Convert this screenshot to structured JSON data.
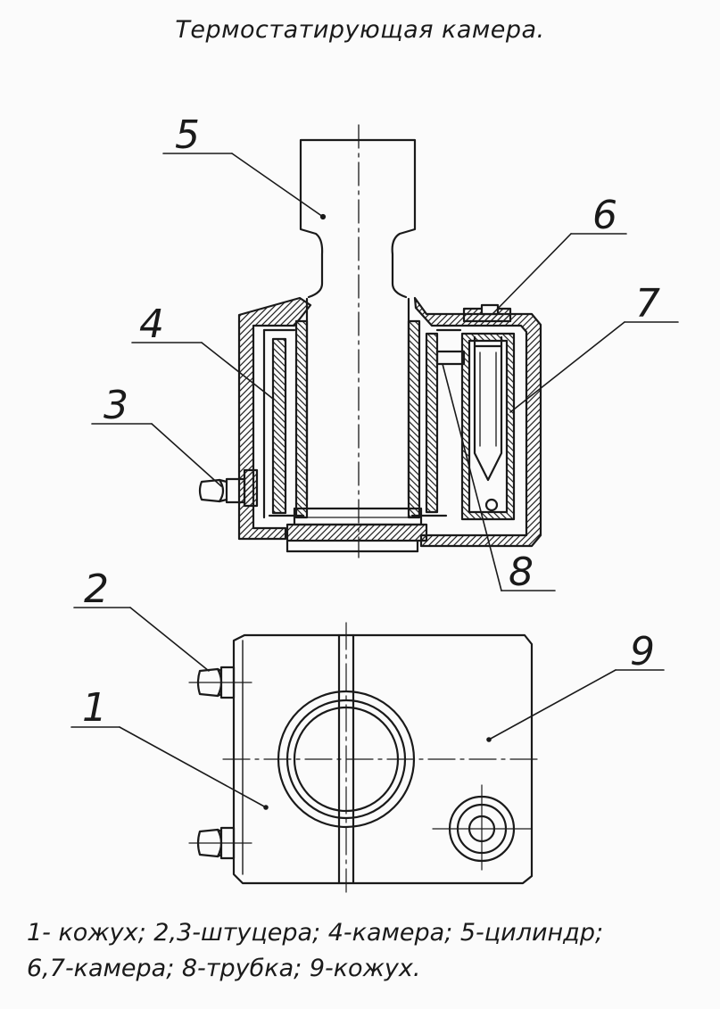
{
  "title": "Термостатирующая камера.",
  "labels": {
    "n1": "1",
    "n2": "2",
    "n3": "3",
    "n4": "4",
    "n5": "5",
    "n6": "6",
    "n7": "7",
    "n8": "8",
    "n9": "9"
  },
  "caption": {
    "line1": "1- кожух; 2,3-штуцера; 4-камера; 5-цилиндр;",
    "line2": "6,7-камера; 8-трубка; 9-кожух."
  }
}
